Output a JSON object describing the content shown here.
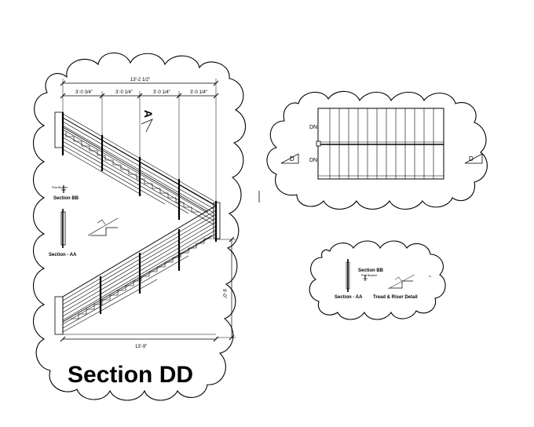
{
  "drawing": {
    "title": "Section DD",
    "dimensions": {
      "top_total": "13'-2 1/2\"",
      "top_segments": [
        "3'-0 3/4\"",
        "3'-0 1/4\"",
        "3'-0 1/4\"",
        "3'-0 1/4\""
      ],
      "bottom_total": "13'-9\"",
      "height": "9'-0\""
    },
    "section_marker": "A",
    "labels": {
      "section_bb": "Section BB",
      "section_aa": "Section - AA",
      "tread_riser": "Tread & Riser Detail",
      "small_note": "Post Bracket"
    },
    "plan": {
      "dn_upper": "DN",
      "dn_lower": "DN",
      "marker_left": "D",
      "marker_right": "D"
    }
  }
}
